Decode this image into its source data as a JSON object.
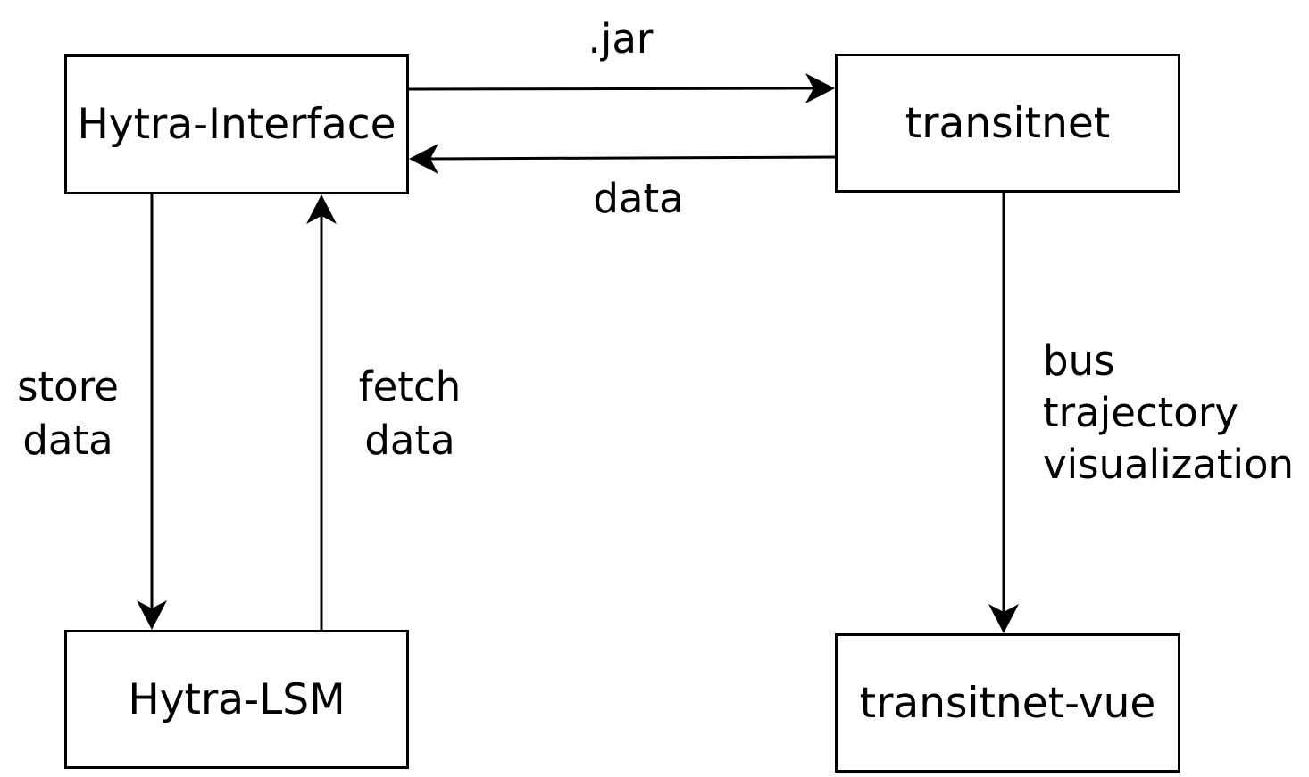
{
  "nodes": {
    "interface": "Hytra-Interface",
    "transitnet": "transitnet",
    "lsm": "Hytra-LSM",
    "vue": "transitnet-vue"
  },
  "edges": {
    "jar": ".jar",
    "data": "data",
    "store": [
      "store",
      "data"
    ],
    "fetch": [
      "fetch",
      "data"
    ],
    "bus": [
      "bus",
      "trajectory",
      "visualization"
    ]
  },
  "colors": {
    "stroke": "#000000",
    "background": "#ffffff"
  }
}
